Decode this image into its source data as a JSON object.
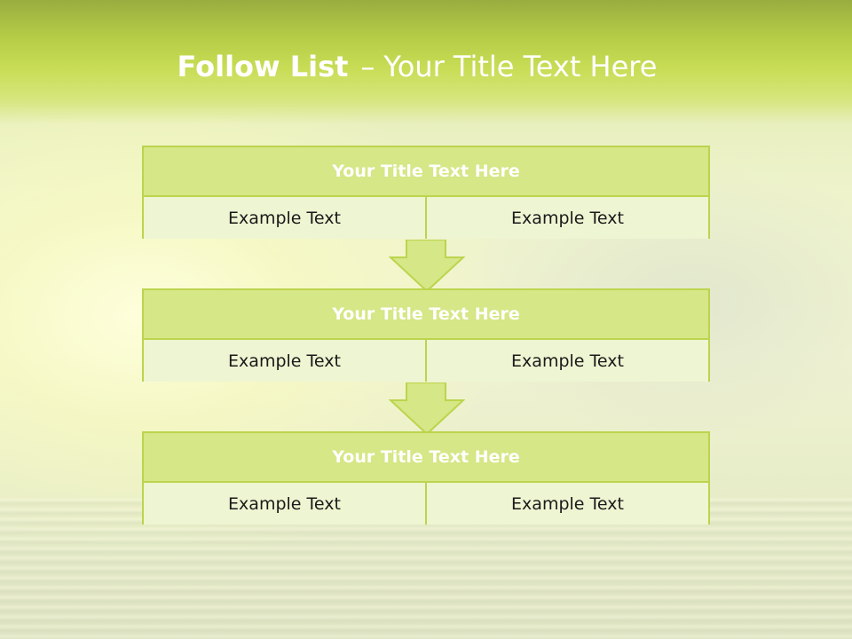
{
  "slide": {
    "title_strong": "Follow List",
    "title_separator": "–",
    "title_rest": "Your Title Text Here"
  },
  "blocks": [
    {
      "title": "Your Title Text Here",
      "left": "Example Text",
      "right": "Example Text"
    },
    {
      "title": "Your Title Text Here",
      "left": "Example Text",
      "right": "Example Text"
    },
    {
      "title": "Your Title Text Here",
      "left": "Example Text",
      "right": "Example Text"
    }
  ],
  "colors": {
    "accent": "#bcd44e",
    "header_fill": "#d5e786",
    "cell_fill": "#eef5d2"
  }
}
